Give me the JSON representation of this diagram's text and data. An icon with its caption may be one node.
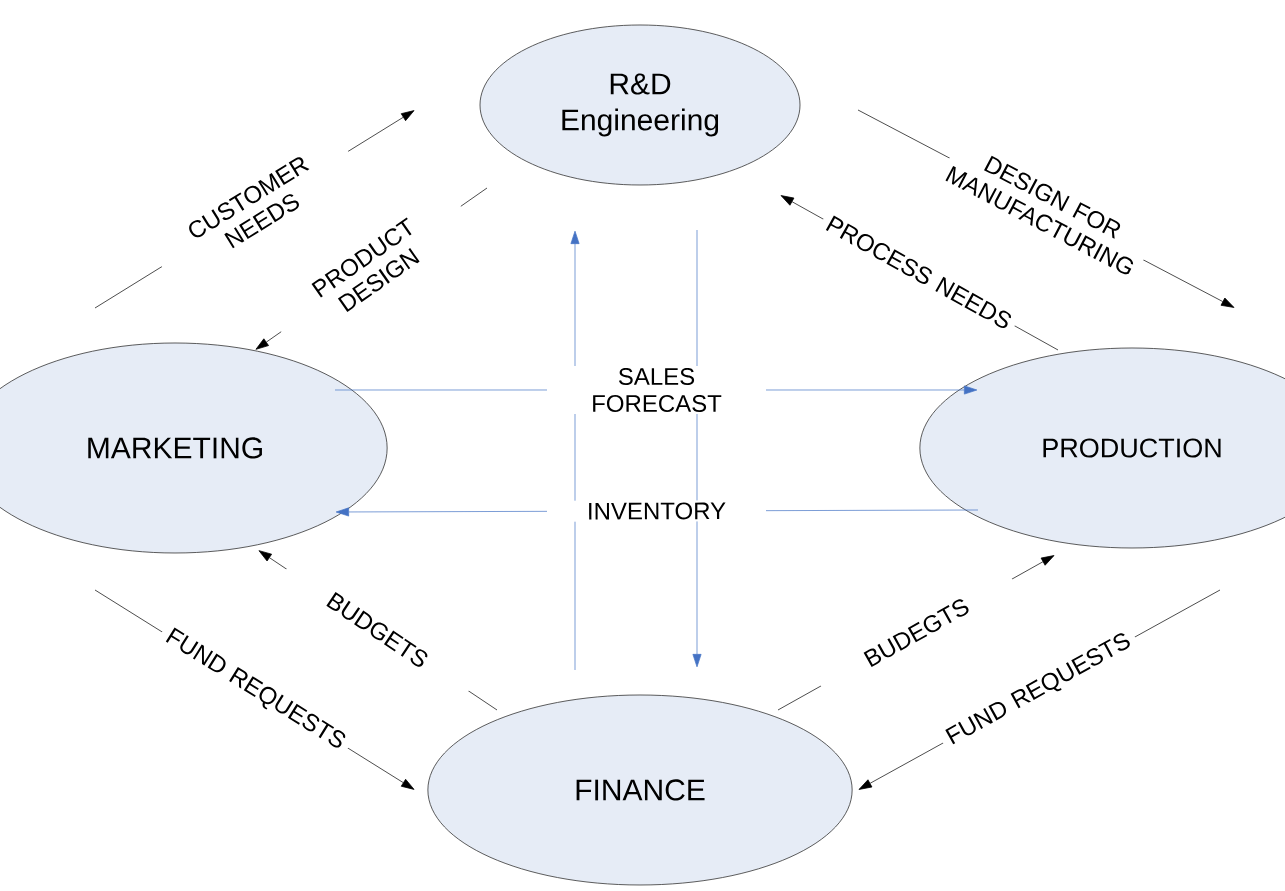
{
  "diagram": {
    "nodes": [
      {
        "text": [
          "R&D Engineering"
        ]
      },
      {
        "text": [
          "MARKETING"
        ]
      },
      {
        "text": [
          "PRODUCTION"
        ]
      },
      {
        "text": [
          "FINANCE"
        ]
      }
    ],
    "edges": [
      {
        "from": 1,
        "to": 0,
        "arrow": "to",
        "label": "CUSTOMER NEEDS"
      },
      {
        "from": 0,
        "to": 1,
        "arrow": "to",
        "label": "PRODUCT DESIGN"
      },
      {
        "from": 0,
        "to": 2,
        "arrow": "to",
        "label": "DESIGN FOR MANUFACTURING"
      },
      {
        "from": 2,
        "to": 0,
        "arrow": "to",
        "label": "PROCESS NEEDS"
      },
      {
        "from": 1,
        "to": 2,
        "arrow": "to",
        "label": "SALES FORECAST",
        "color": "#4472c4"
      },
      {
        "from": 2,
        "to": 1,
        "arrow": "to",
        "label": "INVENTORY",
        "color": "#4472c4"
      },
      {
        "from": 3,
        "to": 0,
        "arrow": "to",
        "color": "#4472c4"
      },
      {
        "from": 0,
        "to": 3,
        "arrow": "to",
        "color": "#4472c4"
      },
      {
        "from": 3,
        "to": 1,
        "arrow": "to",
        "label": "BUDGETS"
      },
      {
        "from": 3,
        "to": 2,
        "arrow": "to",
        "label": "BUDEGTS"
      },
      {
        "from": 1,
        "to": 3,
        "arrow": "to",
        "label": "FUND REQUESTS"
      },
      {
        "from": 2,
        "to": 3,
        "arrow": "to",
        "label": "FUND REQUESTS"
      }
    ]
  }
}
